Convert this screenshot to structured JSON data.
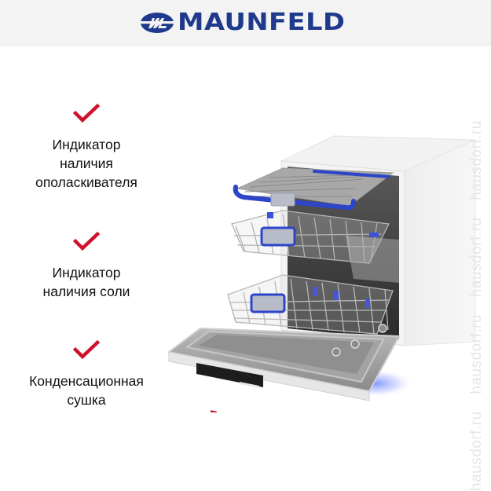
{
  "header": {
    "brand_name": "MAUNFELD",
    "brand_emblem": "maunfeld-m-emblem",
    "brand_color": "#1f3a8c",
    "background": "#f3f3f3"
  },
  "features": [
    {
      "icon": "red-checkmark-icon",
      "label": "Индикатор\nналичия\nополаскивателя"
    },
    {
      "icon": "red-checkmark-icon",
      "label": "Индикатор\nналичия соли"
    },
    {
      "icon": "red-checkmark-icon",
      "label": "Конденсационная\nсушка"
    }
  ],
  "accent_color": "#d0112b",
  "product_image": {
    "description": "Built-in dishwasher with open door and three pulled-out baskets",
    "rack_handle_color": "#2c45c9",
    "floor_light_color": "#6f86ff"
  },
  "watermark": {
    "text": "hausdorf.ru",
    "repeats": [
      "hausdorf.ru",
      "hausdorf.ru",
      "hausdorf.ru",
      "hausdorf.ru"
    ]
  }
}
